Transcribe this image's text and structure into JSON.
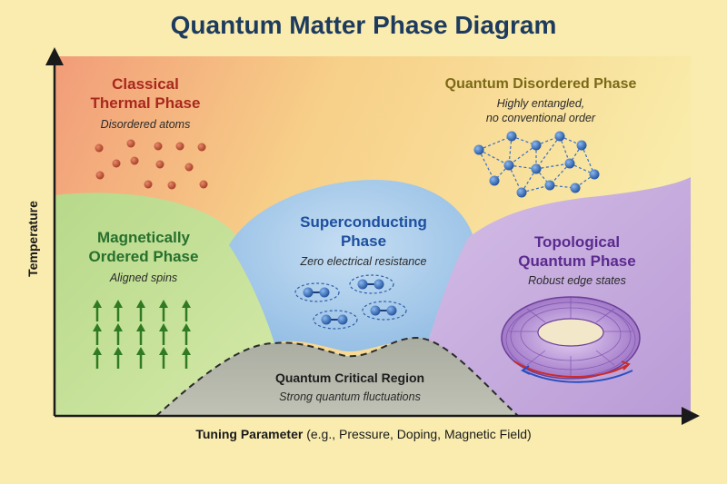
{
  "title": "Quantum Matter Phase Diagram",
  "axes": {
    "x_label_main": "Tuning Parameter",
    "x_label_detail": "(e.g., Pressure, Doping, Magnetic Field)",
    "y_label": "Temperature"
  },
  "phases": {
    "classical": {
      "title_line1": "Classical",
      "title_line2": "Thermal Phase",
      "subtitle": "Disordered atoms",
      "color": "#f2a27a"
    },
    "quantum_disordered": {
      "title": "Quantum Disordered Phase",
      "subtitle_line1": "Highly entangled,",
      "subtitle_line2": "no conventional order",
      "color": "#f7e39e"
    },
    "magnetic": {
      "title_line1": "Magnetically",
      "title_line2": "Ordered Phase",
      "subtitle": "Aligned spins",
      "color": "#c3df94"
    },
    "superconducting": {
      "title_line1": "Superconducting",
      "title_line2": "Phase",
      "subtitle": "Zero electrical resistance",
      "color": "#a7cbe9"
    },
    "topological": {
      "title_line1": "Topological",
      "title_line2": "Quantum Phase",
      "subtitle": "Robust edge states",
      "color": "#cdb6e1"
    },
    "critical": {
      "title": "Quantum Critical Region",
      "subtitle": "Strong quantum fluctuations",
      "color": "#b3b5a8"
    }
  },
  "icons": {
    "atoms": "atoms-scatter-icon",
    "network": "entangled-network-icon",
    "spins": "spin-arrows-icon",
    "pairs": "cooper-pairs-icon",
    "torus": "torus-edge-states-icon"
  }
}
